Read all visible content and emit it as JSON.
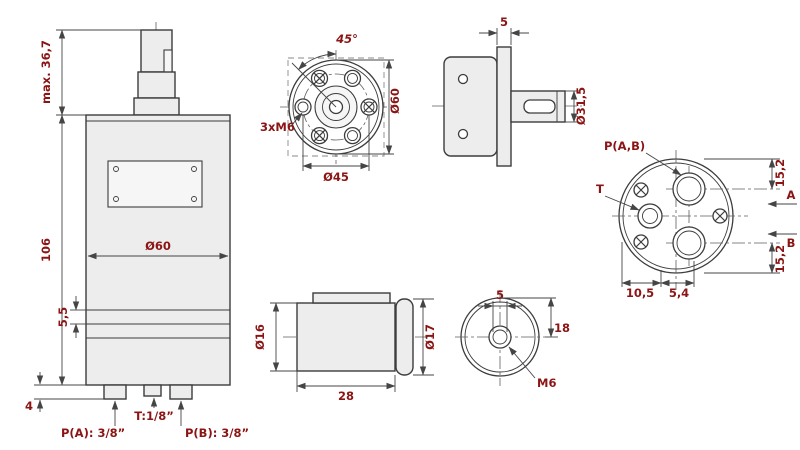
{
  "colors": {
    "dim_text": "#8b1414",
    "line": "#3c3c3c",
    "background": "#ffffff"
  },
  "views": {
    "motor_side": {
      "shaft_height": "max. 36,7",
      "body_height": "106",
      "groove_width": "5,5",
      "port_stub": "4",
      "body_diameter": "Ø60",
      "port_a": "P(A): 3/8”",
      "port_t": "T:1/8”",
      "port_b": "P(B): 3/8”"
    },
    "flange_front": {
      "bolt_angle": "45°",
      "bolt_spec": "3xM6",
      "outer_diameter": "Ø60",
      "bolt_circle_diameter": "Ø45"
    },
    "flange_side": {
      "flange_thickness": "5",
      "pilot_diameter": "Ø31,5"
    },
    "port_face": {
      "ports_label": "P(A,B)",
      "tank_label": "T",
      "offset_top": "15,2",
      "offset_bottom": "15,2",
      "axis_a": "A",
      "axis_b": "B",
      "offset_left": "10,5",
      "offset_right": "5,4"
    },
    "bushing_side": {
      "diameter_small": "Ø16",
      "diameter_large": "Ø17",
      "length": "28"
    },
    "bushing_front": {
      "slot_width": "5",
      "radius_height": "18",
      "thread": "M6"
    }
  }
}
